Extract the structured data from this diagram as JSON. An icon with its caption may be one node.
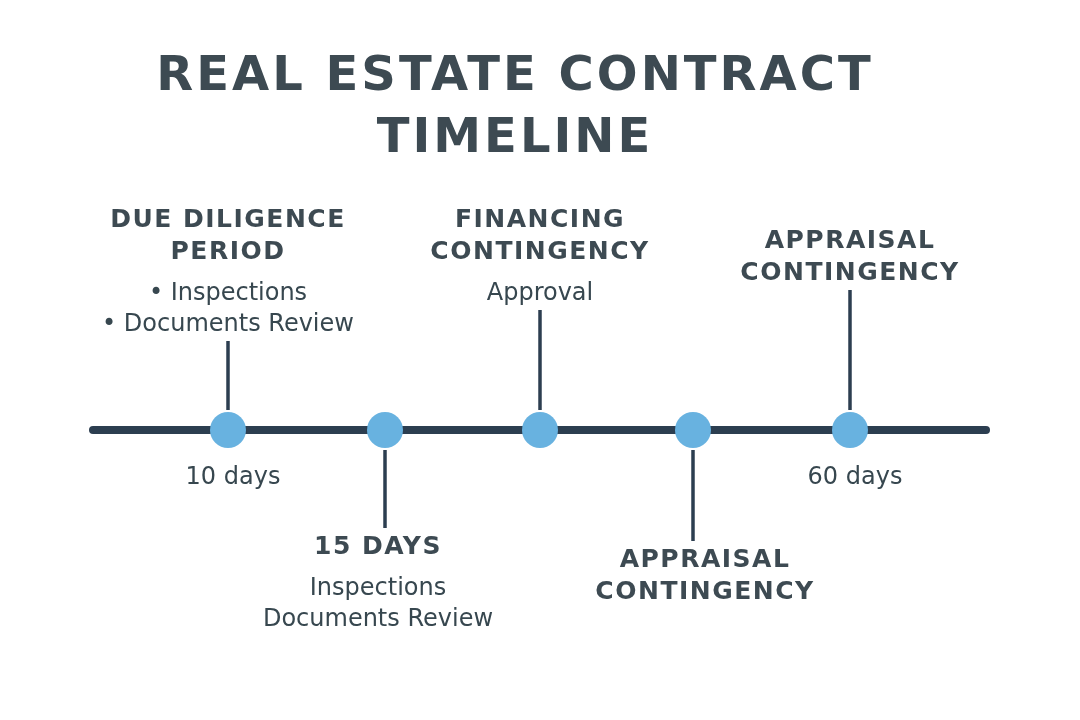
{
  "diagram": {
    "title": "REAL ESTATE CONTRACT TIMELINE",
    "nodes": [
      {
        "text": [
          "DUE DILIGENCE PERIOD",
          "• Inspections",
          "• Documents Review"
        ]
      },
      {
        "text": [
          "FINANCING CONTINGENCY",
          "Approval"
        ]
      },
      {
        "text": [
          "APPRAISAL CONTINGENCY"
        ]
      },
      {
        "text": [],
        "shape": "circle",
        "beside": [
          "10 days"
        ]
      },
      {
        "text": [],
        "shape": "circle"
      },
      {
        "text": [],
        "shape": "circle"
      },
      {
        "text": [],
        "shape": "circle"
      },
      {
        "text": [],
        "shape": "circle",
        "beside": [
          "60 days"
        ]
      },
      {
        "text": [
          "15 DAYS",
          "Inspections",
          "Documents Review"
        ]
      },
      {
        "text": [
          "APPRAISAL CONTINGENCY"
        ]
      }
    ],
    "edges": [
      {
        "from": 0,
        "to": 3,
        "arrow": "none"
      },
      {
        "from": 1,
        "to": 5,
        "arrow": "none"
      },
      {
        "from": 2,
        "to": 7,
        "arrow": "none"
      },
      {
        "from": 4,
        "to": 8,
        "arrow": "none"
      },
      {
        "from": 6,
        "to": 9,
        "arrow": "none"
      }
    ]
  }
}
